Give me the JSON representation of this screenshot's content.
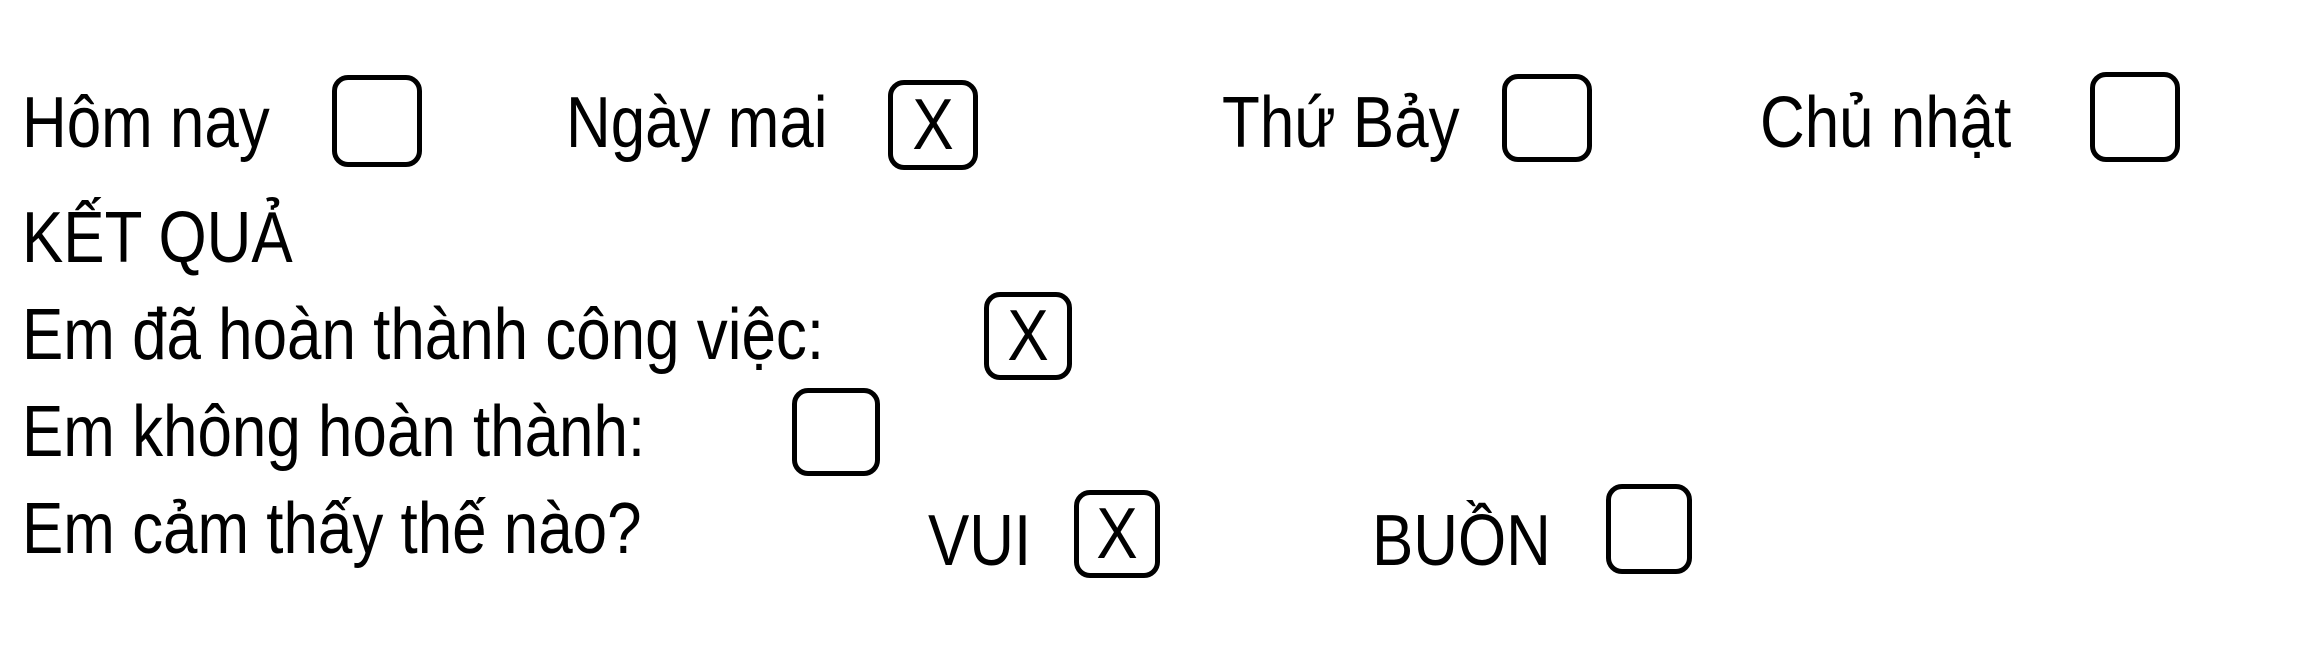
{
  "day_row": {
    "options": [
      {
        "label": "Hôm nay",
        "checked": false,
        "mark": ""
      },
      {
        "label": "Ngày mai",
        "checked": true,
        "mark": "X"
      },
      {
        "label": "Thứ Bảy",
        "checked": false,
        "mark": ""
      },
      {
        "label": "Chủ nhật",
        "checked": false,
        "mark": ""
      }
    ]
  },
  "result": {
    "heading": "KẾT QUẢ",
    "completed": {
      "label": "Em đã hoàn thành công việc:",
      "checked": true,
      "mark": "X"
    },
    "not_completed": {
      "label": "Em không hoàn thành:",
      "checked": false,
      "mark": ""
    }
  },
  "feeling": {
    "question": "Em cảm thấy thế nào?",
    "options": [
      {
        "label": "VUI",
        "checked": true,
        "mark": "X"
      },
      {
        "label": "BUỒN",
        "checked": false,
        "mark": ""
      }
    ]
  }
}
